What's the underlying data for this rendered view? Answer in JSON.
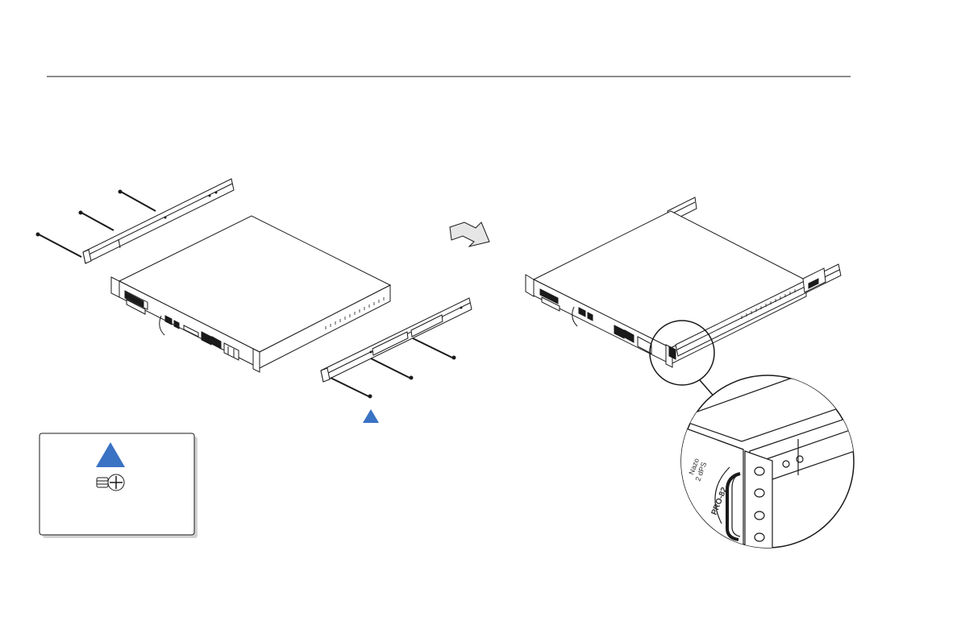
{
  "detail_callout": {
    "panel_text_line1": "Nazo",
    "panel_text_line2": "2 dPS",
    "model_text": "PRO-82"
  },
  "legend": {
    "marker_color": "#3a72c4",
    "screw_icon": "screw-icon"
  },
  "colors": {
    "line": "#1a1a1a",
    "marker": "#3a72c4",
    "arrow_fill": "#e6e6e6"
  }
}
